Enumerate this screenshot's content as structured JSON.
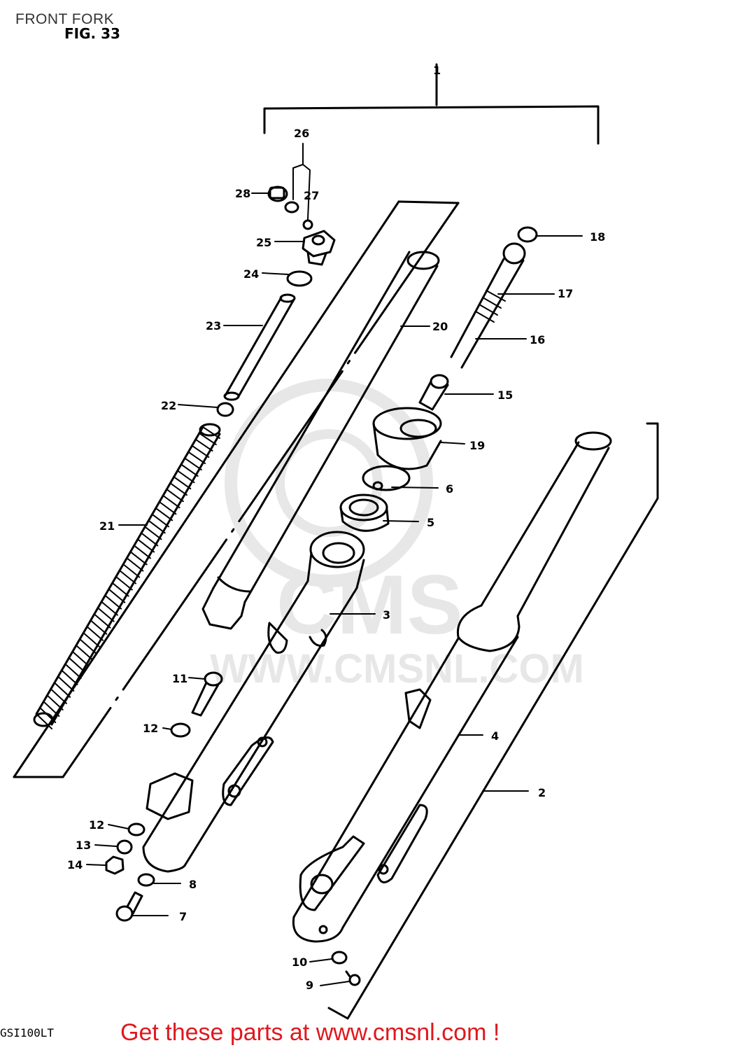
{
  "header": {
    "title": "FRONT FORK",
    "figure": "FIG. 33",
    "model": "GSI100LT"
  },
  "footer": {
    "text": "Get these parts at www.cmsnl.com !",
    "color": "#e0181e"
  },
  "watermark": {
    "brand": "CMS",
    "url": "WWW.CMSNL.COM"
  },
  "callouts": {
    "c1": "1",
    "c2": "2",
    "c3": "3",
    "c4": "4",
    "c5": "5",
    "c6": "6",
    "c7": "7",
    "c8": "8",
    "c9": "9",
    "c10": "10",
    "c11": "11",
    "c12a": "12",
    "c12b": "12",
    "c13": "13",
    "c14": "14",
    "c15": "15",
    "c16": "16",
    "c17": "17",
    "c18": "18",
    "c19": "19",
    "c20": "20",
    "c21": "21",
    "c22": "22",
    "c23": "23",
    "c24": "24",
    "c25": "25",
    "c26": "26",
    "c27": "27",
    "c28": "28"
  }
}
